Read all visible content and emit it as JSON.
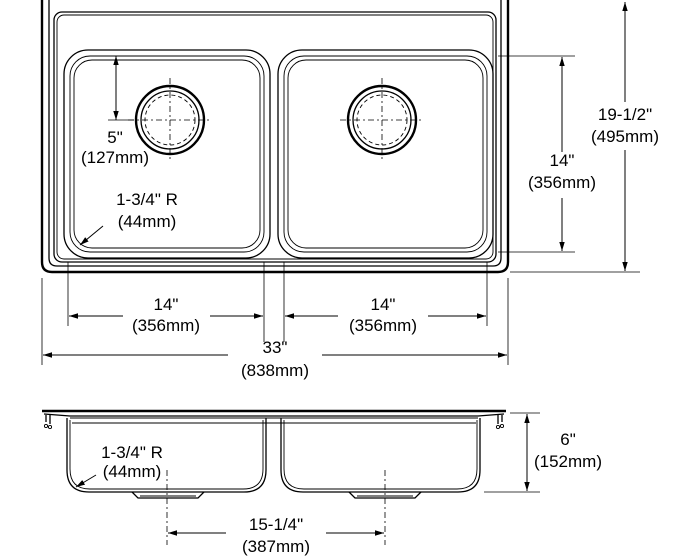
{
  "top_view": {
    "drain_offset": {
      "imperial": "5\"",
      "metric": "(127mm)"
    },
    "corner_radius": {
      "imperial": "1-3/4\" R",
      "metric": "(44mm)"
    },
    "bowl_depth": {
      "imperial": "14\"",
      "metric": "(356mm)"
    },
    "overall_depth": {
      "imperial": "19-1/2\"",
      "metric": "(495mm)"
    },
    "left_bowl_width": {
      "imperial": "14\"",
      "metric": "(356mm)"
    },
    "right_bowl_width": {
      "imperial": "14\"",
      "metric": "(356mm)"
    },
    "overall_width": {
      "imperial": "33\"",
      "metric": "(838mm)"
    }
  },
  "side_view": {
    "corner_radius": {
      "imperial": "1-3/4\" R",
      "metric": "(44mm)"
    },
    "bowl_height": {
      "imperial": "6\"",
      "metric": "(152mm)"
    },
    "drain_spacing": {
      "imperial": "15-1/4\"",
      "metric": "(387mm)"
    }
  }
}
